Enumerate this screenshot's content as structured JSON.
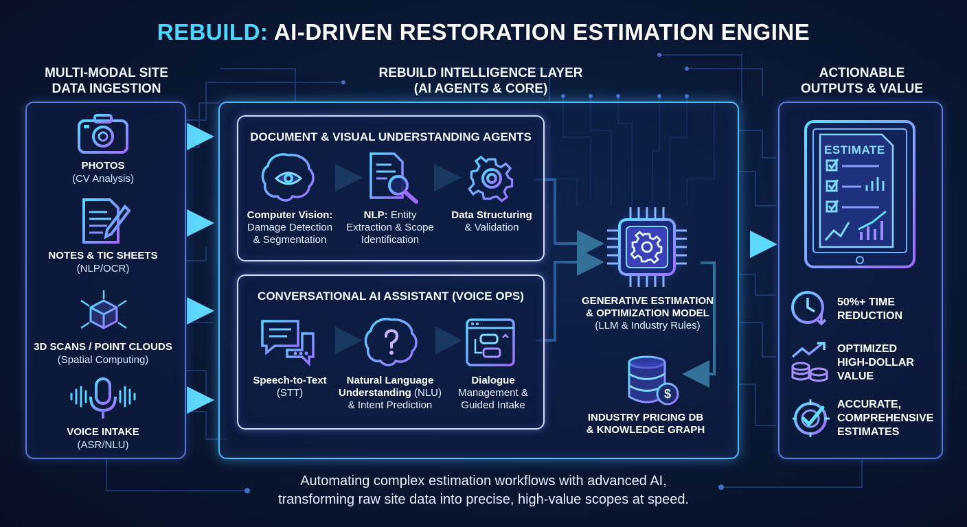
{
  "title": {
    "accent": "REBUILD:",
    "rest": " AI-DRIVEN RESTORATION ESTIMATION ENGINE"
  },
  "columns": {
    "left": {
      "line1": "MULTI-MODAL SITE",
      "line2": "DATA INGESTION"
    },
    "center": {
      "line1": "REBUILD INTELLIGENCE LAYER",
      "line2": "(AI AGENTS & CORE)"
    },
    "right": {
      "line1": "ACTIONABLE",
      "line2": "OUTPUTS & VALUE"
    }
  },
  "inputs": [
    {
      "icon": "camera-icon",
      "title": "PHOTOS",
      "sub": "(CV Analysis)"
    },
    {
      "icon": "notes-pencil-icon",
      "title": "NOTES & TIC SHEETS",
      "sub": "(NLP/OCR)"
    },
    {
      "icon": "cube-icon",
      "title": "3D SCANS / POINT CLOUDS",
      "sub": "(Spatial Computing)"
    },
    {
      "icon": "microphone-icon",
      "title": "VOICE INTAKE",
      "sub": "(ASR/NLU)"
    }
  ],
  "doc_agents": {
    "title": "DOCUMENT & VISUAL UNDERSTANDING AGENTS",
    "steps": [
      {
        "icon": "brain-eye-icon",
        "bold": "Computer Vision:",
        "l1": "Damage Detection",
        "l2": "& Segmentation"
      },
      {
        "icon": "document-search-icon",
        "bold": "NLP:",
        "l1": " Entity",
        "l2": "Extraction & Scope",
        "l3": "Identification"
      },
      {
        "icon": "gear-icon",
        "bold": "Data Structuring",
        "l1": "& Validation"
      }
    ]
  },
  "voice_agents": {
    "title": "CONVERSATIONAL AI ASSISTANT (VOICE OPS)",
    "steps": [
      {
        "icon": "chat-bubbles-icon",
        "bold": "Speech-to-Text",
        "l1": "(STT)"
      },
      {
        "icon": "brain-question-icon",
        "bold": "Natural Language",
        "bold2": "Understanding",
        "l1": " (NLU)",
        "l2": "& Intent Prediction"
      },
      {
        "icon": "dialogue-window-icon",
        "bold": "Dialogue",
        "l1": "Management &",
        "l2": "Guided Intake"
      }
    ]
  },
  "core": {
    "model_l1": "GENERATIVE ESTIMATION",
    "model_l2": "& OPTIMIZATION MODEL",
    "model_l3": "(LLM & Industry Rules)",
    "db_l1": "INDUSTRY PRICING DB",
    "db_l2": "& KNOWLEDGE GRAPH"
  },
  "outputs": {
    "estimate_label": "ESTIMATE",
    "values": [
      {
        "icon": "clock-down-icon",
        "l1": "50%+ TIME",
        "l2": "REDUCTION"
      },
      {
        "icon": "coins-growth-icon",
        "l1": "OPTIMIZED",
        "l2": "HIGH-DOLLAR",
        "l3": "VALUE"
      },
      {
        "icon": "target-check-icon",
        "l1": "ACCURATE,",
        "l2": "COMPREHENSIVE",
        "l3": "ESTIMATES"
      }
    ]
  },
  "footer": {
    "line1": "Automating complex estimation workflows with advanced AI,",
    "line2": "transforming raw site data into precise, high-value scopes at speed."
  },
  "colors": {
    "accent": "#4fd6ff",
    "purple": "#8a6cff",
    "panel_border": "#5a78d8"
  }
}
